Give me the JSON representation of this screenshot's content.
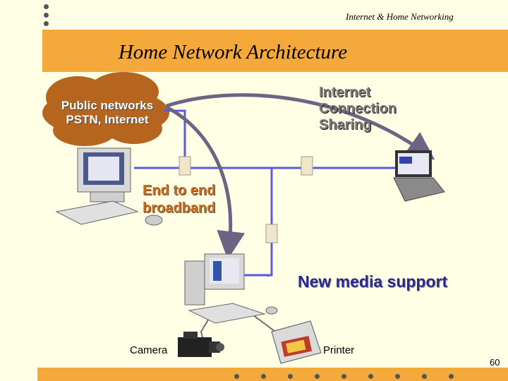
{
  "header": {
    "course": "Internet & Home Networking"
  },
  "title": "Home Network Architecture",
  "cloud": {
    "line1": "Public networks",
    "line2": "PSTN, Internet"
  },
  "labels": {
    "ics": [
      "Internet",
      "Connection",
      "Sharing"
    ],
    "end_to_end": [
      "End to end",
      "broadband"
    ],
    "new_media": "New media support",
    "camera": "Camera",
    "printer": "Printer"
  },
  "page_number": "60",
  "colors": {
    "background": "#FFFFE5",
    "accent_band": "#F5A93A",
    "network_line": "#5A5AE6",
    "arrow": "#6E6382",
    "cloud": "#B5651D"
  }
}
